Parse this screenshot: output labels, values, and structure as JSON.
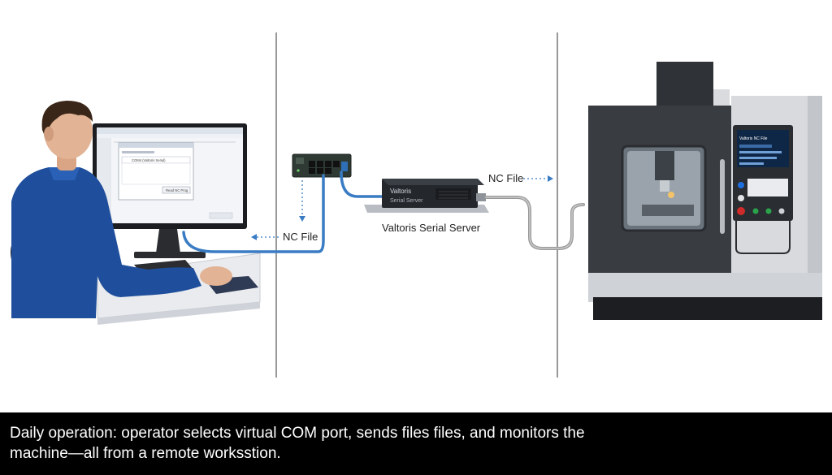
{
  "labels": {
    "nc_file_left": "NC File",
    "nc_file_right": "NC File",
    "server_caption": "Valtoris Serial Server",
    "device_brand": "Valtoris",
    "device_model": "Serial Server"
  },
  "screen": {
    "dialog_item": "COM4 (Valtoris Serial)",
    "dialog_button": "Read NC Prog",
    "cnc_display_text": "Valtoris NC File"
  },
  "caption": {
    "line1": "Daily operation: operator selects virtual COM port, sends files files, and monitors the",
    "line2": "machine—all from a remote worksstion."
  },
  "colors": {
    "cable_blue": "#3a7cc4",
    "cable_gray": "#9a9a9a",
    "divider": "#555555",
    "caption_bg": "#000000",
    "shirt_blue": "#1f4f9c"
  }
}
